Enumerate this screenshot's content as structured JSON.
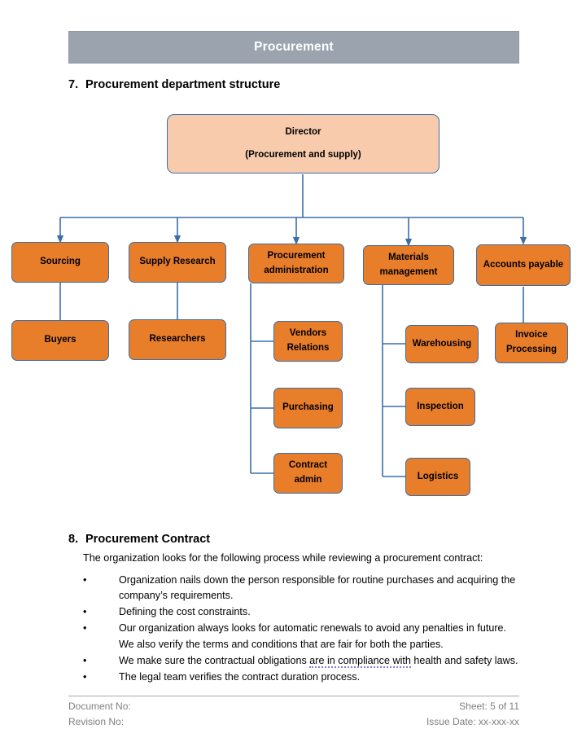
{
  "banner": {
    "title": "Procurement"
  },
  "sections": {
    "structure": {
      "number": "7.",
      "title": "Procurement department structure"
    },
    "contract": {
      "number": "8.",
      "title": "Procurement Contract"
    }
  },
  "org_chart": {
    "root": {
      "line1": "Director",
      "line2": "(Procurement and supply)"
    },
    "level2": [
      {
        "label": "Sourcing"
      },
      {
        "label": "Supply Research"
      },
      {
        "label_line1": "Procurement",
        "label_line2": "administration"
      },
      {
        "label_line1": "Materials",
        "label_line2": "management"
      },
      {
        "label": "Accounts payable"
      }
    ],
    "level3": {
      "sourcing": [
        {
          "label": "Buyers"
        }
      ],
      "supply_research": [
        {
          "label": "Researchers"
        }
      ],
      "procurement_administration": [
        {
          "label_line1": "Vendors",
          "label_line2": "Relations"
        },
        {
          "label": "Purchasing"
        },
        {
          "label_line1": "Contract",
          "label_line2": "admin"
        }
      ],
      "materials_management": [
        {
          "label": "Warehousing"
        },
        {
          "label": "Inspection"
        },
        {
          "label": "Logistics"
        }
      ],
      "accounts_payable": [
        {
          "label_line1": "Invoice",
          "label_line2": "Processing"
        }
      ]
    },
    "colors": {
      "root_fill": "#F8CBAD",
      "node_fill": "#E87D2A",
      "connector": "#3B6EA8",
      "border": "#3B6EA8"
    }
  },
  "contract_body": {
    "intro": "The organization looks for the following process while reviewing a procurement contract:",
    "bullet_glyph": "•",
    "bullets": [
      {
        "text_before": "Organization nails down the person responsible for routine purchases and acquiring the company’s requirements.",
        "highlight": "",
        "text_after": ""
      },
      {
        "text_before": "Defining the cost constraints.",
        "highlight": "",
        "text_after": ""
      },
      {
        "text_before": "Our organization always looks for automatic renewals to avoid any penalties in future. We also verify the terms and conditions that are fair for both the parties.",
        "highlight": "",
        "text_after": ""
      },
      {
        "text_before": "We make sure the contractual obligations ",
        "highlight": "are in compliance with",
        "text_after": " health and safety laws."
      },
      {
        "text_before": "The legal team verifies the contract duration process.",
        "highlight": "",
        "text_after": ""
      }
    ]
  },
  "footer": {
    "document_no": "Document No:",
    "revision_no": "Revision No:",
    "sheet": "Sheet: 5 of 11",
    "issue_date": "Issue Date: xx-xxx-xx"
  }
}
